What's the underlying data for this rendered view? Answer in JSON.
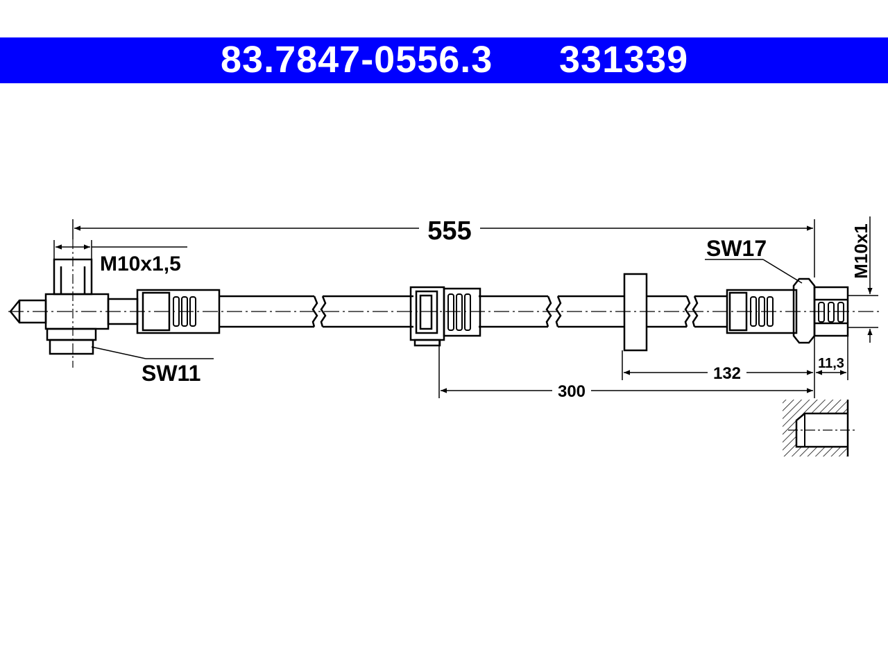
{
  "header": {
    "part_number": "83.7847-0556.3",
    "ref_number": "331339",
    "band_color": "#0000ff"
  },
  "dimensions": {
    "total_length": "555",
    "segment_300": "300",
    "segment_132": "132",
    "segment_11_3": "11,3"
  },
  "labels": {
    "thread_left": "M10x1,5",
    "thread_right": "M10x1",
    "wrench_left": "SW11",
    "wrench_right": "SW17"
  }
}
